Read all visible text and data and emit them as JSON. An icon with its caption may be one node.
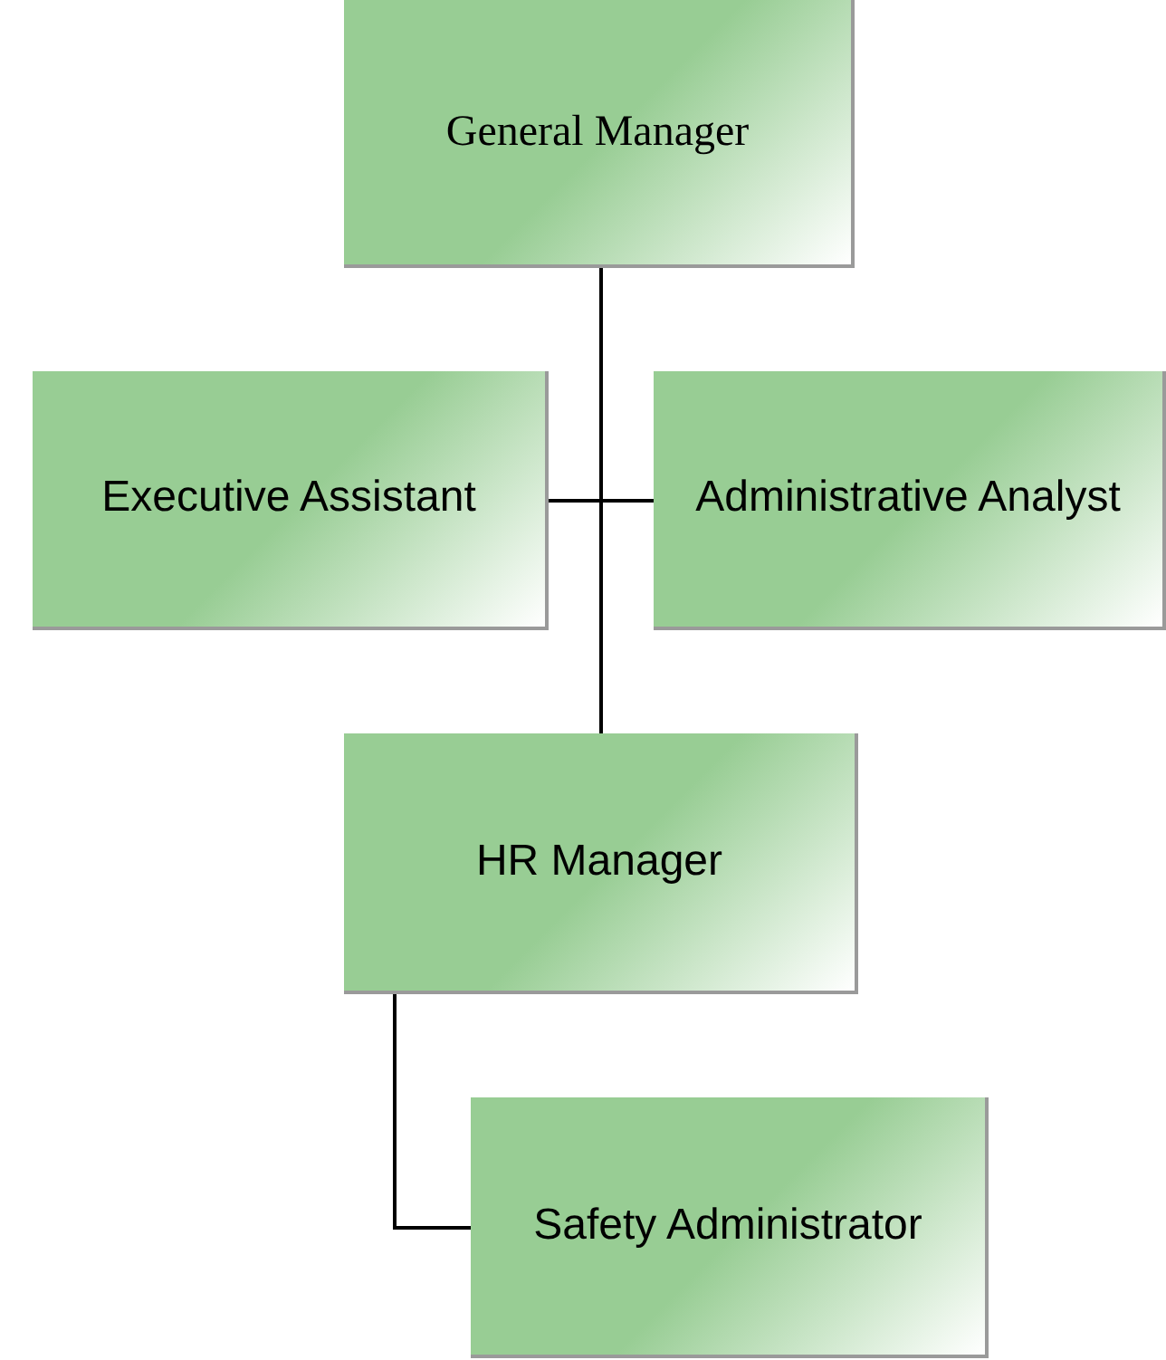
{
  "diagram": {
    "nodes": [
      {
        "text": [
          "General Manager"
        ]
      },
      {
        "text": [
          "Executive Assistant"
        ]
      },
      {
        "text": [
          "Administrative Analyst"
        ]
      },
      {
        "text": [
          "HR Manager"
        ]
      },
      {
        "text": [
          "Safety Administrator"
        ]
      }
    ],
    "edges": [
      {
        "from": 0,
        "to": 1,
        "arrow": "none"
      },
      {
        "from": 0,
        "to": 2,
        "arrow": "none"
      },
      {
        "from": 0,
        "to": 3,
        "arrow": "none"
      },
      {
        "from": 3,
        "to": 4,
        "arrow": "none"
      }
    ]
  }
}
